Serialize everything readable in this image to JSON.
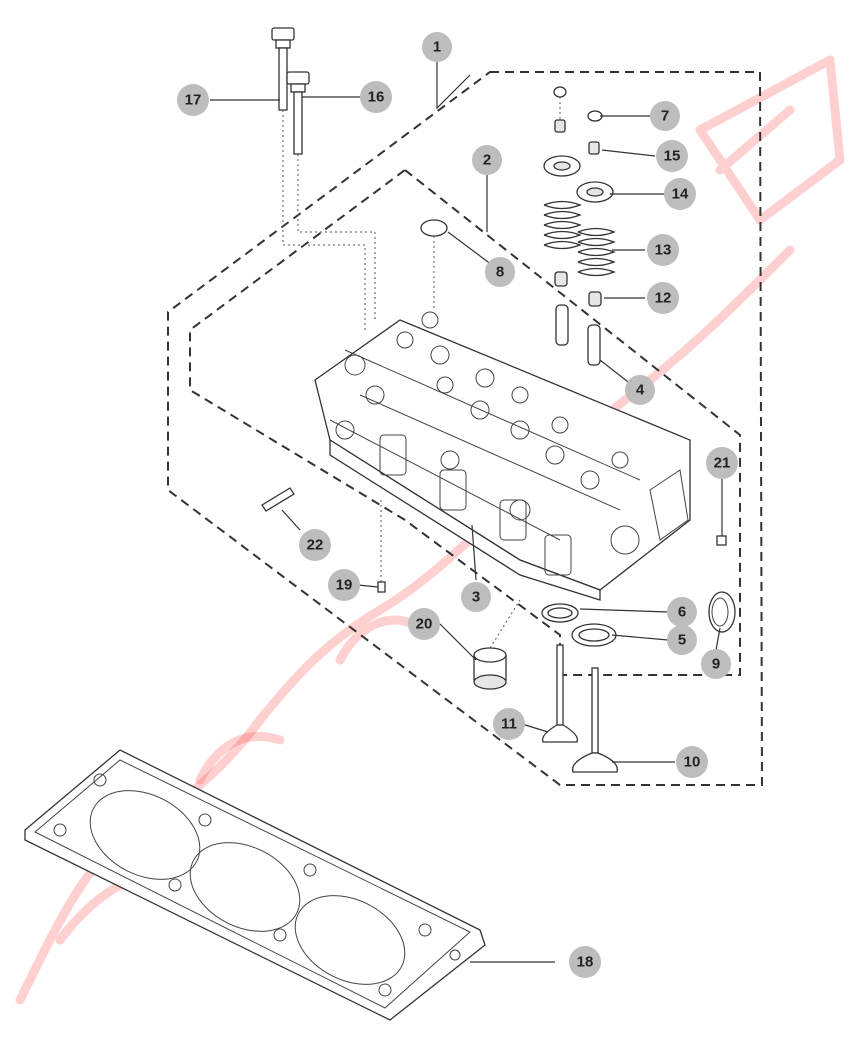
{
  "callouts": [
    {
      "id": "c1",
      "label": "1"
    },
    {
      "id": "c2",
      "label": "2"
    },
    {
      "id": "c3",
      "label": "3"
    },
    {
      "id": "c4",
      "label": "4"
    },
    {
      "id": "c5",
      "label": "5"
    },
    {
      "id": "c6",
      "label": "6"
    },
    {
      "id": "c7",
      "label": "7"
    },
    {
      "id": "c8",
      "label": "8"
    },
    {
      "id": "c9",
      "label": "9"
    },
    {
      "id": "c10",
      "label": "10"
    },
    {
      "id": "c11",
      "label": "11"
    },
    {
      "id": "c12",
      "label": "12"
    },
    {
      "id": "c13",
      "label": "13"
    },
    {
      "id": "c14",
      "label": "14"
    },
    {
      "id": "c15",
      "label": "15"
    },
    {
      "id": "c16",
      "label": "16"
    },
    {
      "id": "c17",
      "label": "17"
    },
    {
      "id": "c18",
      "label": "18"
    },
    {
      "id": "c19",
      "label": "19"
    },
    {
      "id": "c20",
      "label": "20"
    },
    {
      "id": "c21",
      "label": "21"
    },
    {
      "id": "c22",
      "label": "22"
    }
  ],
  "colors": {
    "callout_fill": "#bdbdbd",
    "line": "#333333",
    "watermark": "#ff2a2a",
    "background": "#ffffff"
  }
}
